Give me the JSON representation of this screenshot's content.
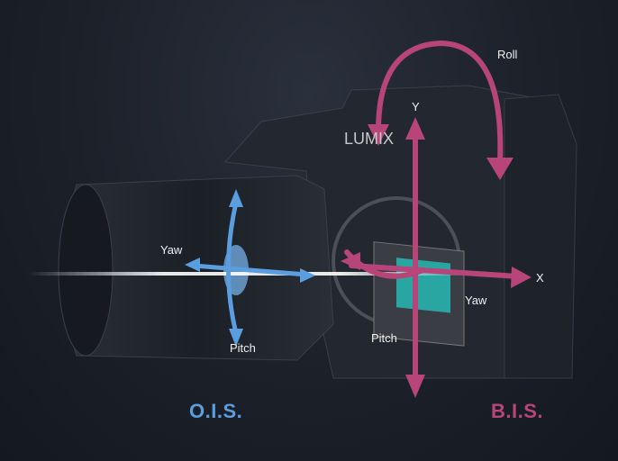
{
  "logo_text": "LUMIX",
  "labels": {
    "roll": "Roll",
    "y_axis": "Y",
    "x_axis": "X",
    "ois_yaw": "Yaw",
    "ois_pitch": "Pitch",
    "bis_yaw": "Yaw",
    "bis_pitch": "Pitch"
  },
  "captions": {
    "ois": "O.I.S.",
    "bis": "B.I.S."
  },
  "colors": {
    "ois": "#5b9ee0",
    "bis": "#b8457a",
    "background": "#161a24"
  }
}
